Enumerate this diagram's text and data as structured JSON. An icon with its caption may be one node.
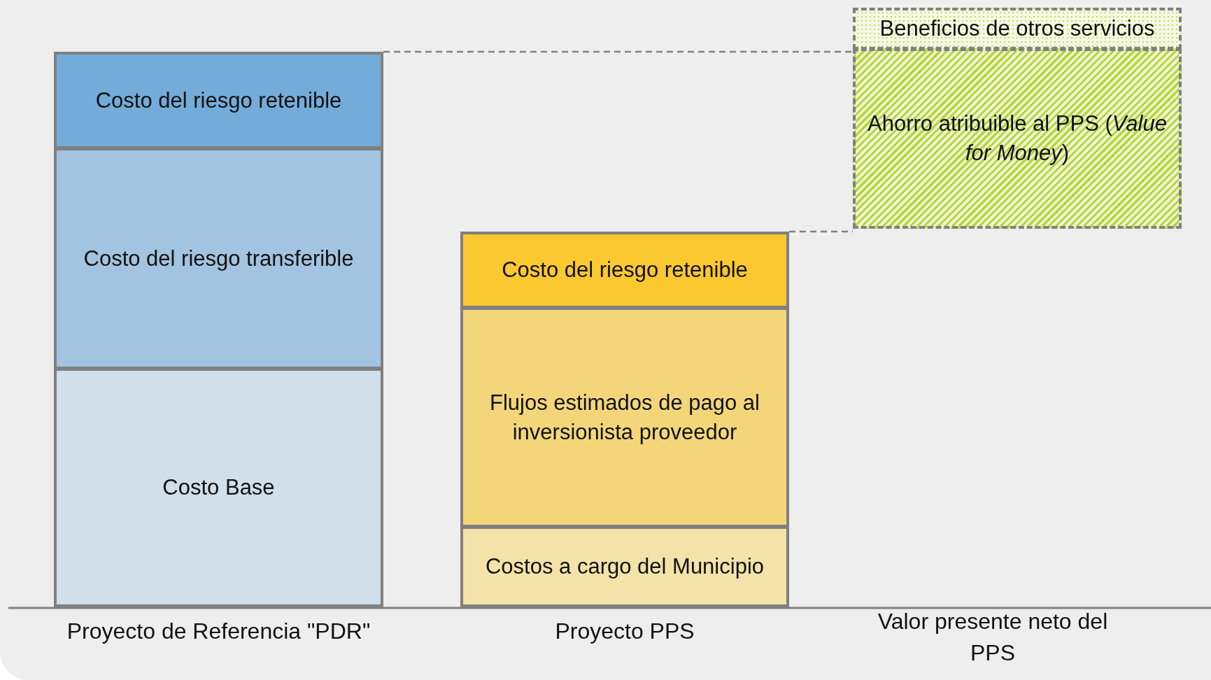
{
  "diagram": {
    "nodes": [
      {
        "text": [
          "Costo del riesgo retenible"
        ]
      },
      {
        "text": [
          "Costo del riesgo transferible"
        ]
      },
      {
        "text": [
          "Costo Base"
        ]
      },
      {
        "text": [
          "Costo del riesgo retenible"
        ]
      },
      {
        "text": [
          "Flujos estimados de pago al inversionista proveedor"
        ]
      },
      {
        "text": [
          "Costos a cargo del Municipio"
        ]
      },
      {
        "text": [
          "Beneficios de otros servicios"
        ]
      },
      {
        "text": [
          "Ahorro atribuible al PPS (*Value for Money*)"
        ]
      }
    ],
    "edges": [
      {
        "from": 0,
        "to": 6,
        "arrow": "none",
        "style": "dashed"
      },
      {
        "from": 3,
        "to": 7,
        "arrow": "none",
        "style": "dashed"
      }
    ],
    "labels": [
      "Proyecto de Referencia \"PDR\"",
      "Proyecto PPS",
      "Valor presente neto del PPS"
    ]
  }
}
